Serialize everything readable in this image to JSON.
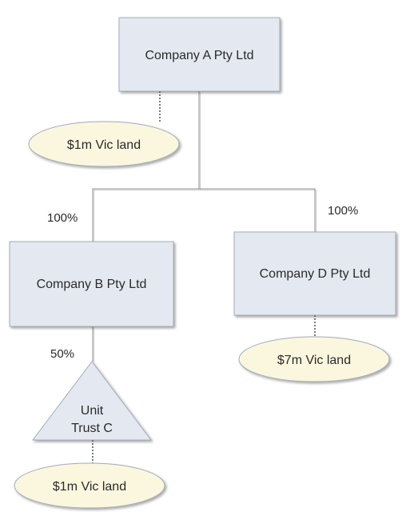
{
  "entities": {
    "company_a": {
      "label": "Company A Pty Ltd"
    },
    "company_b": {
      "label": "Company B Pty Ltd"
    },
    "company_d": {
      "label": "Company D Pty Ltd"
    },
    "unit_trust_c": {
      "label_line1": "Unit",
      "label_line2": "Trust C"
    }
  },
  "assets": {
    "company_a_land": {
      "label": "$1m Vic land"
    },
    "company_d_land": {
      "label": "$7m Vic land"
    },
    "unit_trust_c_land": {
      "label": "$1m Vic land"
    }
  },
  "ownership": {
    "a_to_b": {
      "percent": "100%"
    },
    "a_to_d": {
      "percent": "100%"
    },
    "b_to_c": {
      "percent": "50%"
    }
  },
  "colors": {
    "box_fill": "#e4e9f1",
    "box_stroke": "#a3acb8",
    "ellipse_fill": "#fbf7df",
    "line_solid": "#8f8f8f",
    "line_dashed": "#7a7a7a"
  }
}
